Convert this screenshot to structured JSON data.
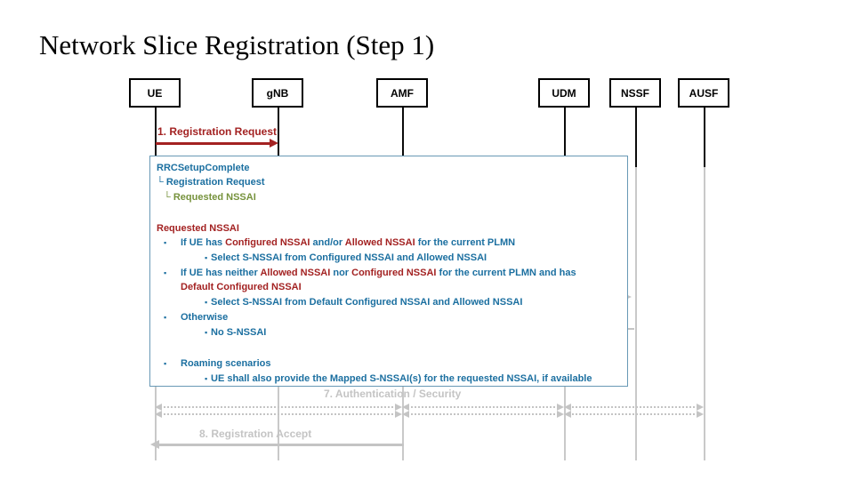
{
  "slide_title": "Network Slice Registration (Step 1)",
  "entities": [
    {
      "label": "UE"
    },
    {
      "label": "gNB"
    },
    {
      "label": "AMF"
    },
    {
      "label": "UDM"
    },
    {
      "label": "NSSF"
    },
    {
      "label": "AUSF"
    }
  ],
  "messages": {
    "registration_request": "1. Registration Request",
    "authentication_security": "7. Authentication / Security",
    "registration_accept": "8. Registration Accept"
  },
  "overlay_box": {
    "lines": [
      {
        "name": "rrc-setup-complete",
        "style": "h0",
        "segs": [
          {
            "t": "RRCSetupComplete",
            "c": "blue"
          }
        ]
      },
      {
        "name": "rrc-registration-request",
        "style": "h0",
        "segs": [
          {
            "t": "└ Registration Request",
            "c": "blue"
          }
        ]
      },
      {
        "name": "rrc-requested-nssai",
        "style": "h1",
        "segs": [
          {
            "t": "└ Requested NSSAI",
            "c": "olive"
          }
        ]
      },
      {
        "name": "requested-nssai-heading",
        "style": "h0",
        "gap": 18,
        "segs": [
          {
            "t": "Requested NSSAI",
            "c": "red"
          }
        ]
      },
      {
        "name": "bullet-configured-or-allowed",
        "style": "b1",
        "segs": [
          {
            "t": "If UE has ",
            "c": "blue"
          },
          {
            "t": "Configured NSSAI",
            "c": "red"
          },
          {
            "t": " and/or ",
            "c": "blue"
          },
          {
            "t": "Allowed NSSAI",
            "c": "red"
          },
          {
            "t": " for the current PLMN",
            "c": "blue"
          }
        ]
      },
      {
        "name": "sub-select-configured-allowed",
        "style": "b2",
        "segs": [
          {
            "t": "Select S-NSSAI from Configured NSSAI and Allowed NSSAI",
            "c": "blue"
          }
        ]
      },
      {
        "name": "bullet-neither",
        "style": "b1",
        "segs": [
          {
            "t": "If UE has neither ",
            "c": "blue"
          },
          {
            "t": "Allowed NSSAI",
            "c": "red"
          },
          {
            "t": " nor ",
            "c": "blue"
          },
          {
            "t": "Configured NSSAI",
            "c": "red"
          },
          {
            "t": " for the current PLMN and has",
            "c": "blue"
          }
        ]
      },
      {
        "name": "bullet-neither-continuation",
        "style": "c1",
        "segs": [
          {
            "t": "Default Configured NSSAI",
            "c": "red"
          }
        ]
      },
      {
        "name": "sub-select-default",
        "style": "b2",
        "segs": [
          {
            "t": "Select S-NSSAI from Default Configured NSSAI and Allowed NSSAI",
            "c": "blue"
          }
        ]
      },
      {
        "name": "bullet-otherwise",
        "style": "b1",
        "segs": [
          {
            "t": "Otherwise",
            "c": "blue"
          }
        ]
      },
      {
        "name": "sub-no-snssai",
        "style": "b2",
        "segs": [
          {
            "t": "No S-NSSAI",
            "c": "blue"
          }
        ]
      },
      {
        "name": "bullet-roaming",
        "style": "b1",
        "gap": 19,
        "segs": [
          {
            "t": "Roaming scenarios",
            "c": "blue"
          }
        ]
      },
      {
        "name": "sub-mapped-snssai",
        "style": "b2",
        "segs": [
          {
            "t": "UE shall also provide the Mapped S-NSSAI(s) for the requested NSSAI, if available",
            "c": "blue"
          }
        ]
      }
    ]
  },
  "colors": {
    "red": "#A32222",
    "blue": "#1B6FA0",
    "olive": "#76923C",
    "gray": "#C4C4C4",
    "box_border": "#6899B5"
  }
}
